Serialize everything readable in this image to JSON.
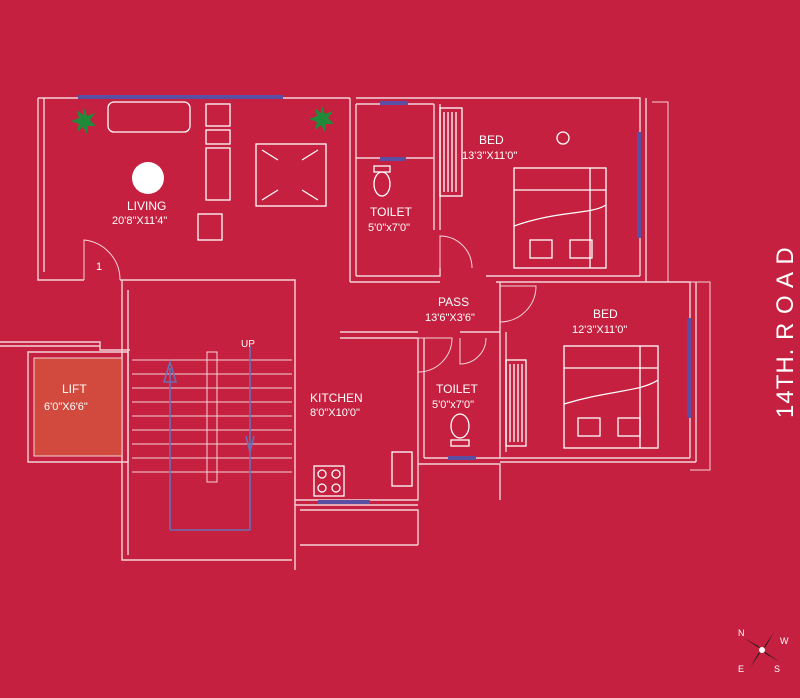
{
  "rooms": {
    "living": {
      "name": "LIVING",
      "dim": "20'8\"X11'4\""
    },
    "bed1": {
      "name": "BED",
      "dim": "13'3\"X11'0\""
    },
    "toilet1": {
      "name": "TOILET",
      "dim": "5'0\"x7'0\""
    },
    "pass": {
      "name": "PASS",
      "dim": "13'6\"X3'6\""
    },
    "bed2": {
      "name": "BED",
      "dim": "12'3\"X11'0\""
    },
    "kitchen": {
      "name": "KITCHEN",
      "dim": "8'0\"X10'0\""
    },
    "toilet2": {
      "name": "TOILET",
      "dim": "5'0\"x7'0\""
    },
    "lift": {
      "name": "LIFT",
      "dim": "6'0\"X6'6\""
    }
  },
  "stair": {
    "up_label": "UP"
  },
  "door_number": "1",
  "road_label": "14TH. R O A D",
  "compass": {
    "n": "N",
    "s": "S",
    "e": "E",
    "w": "W"
  },
  "colors": {
    "background": "#c5203f",
    "lift": "#d24a3d",
    "window": "#5a4fa3",
    "plant": "#1f8a3a"
  }
}
